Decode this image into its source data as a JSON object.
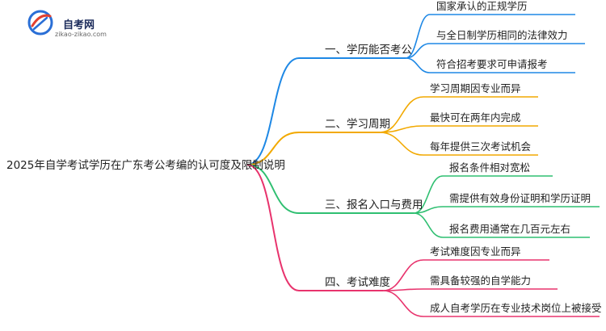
{
  "logo": {
    "name": "自考网",
    "url": "zikao-zikao.com",
    "colors": {
      "blue": "#2a6fd6",
      "red": "#e2402f"
    }
  },
  "root": {
    "label": "2025年自学考试学历在广东考公考编的认可度及限制说明"
  },
  "branches": [
    {
      "label": "一、学历能否考公",
      "color": "#1e88e5",
      "leaves": [
        "国家承认的正规学历",
        "与全日制学历相同的法律效力",
        "符合招考要求可申请报考"
      ]
    },
    {
      "label": "二、学习周期",
      "color": "#f2a900",
      "leaves": [
        "学习周期因专业而异",
        "最快可在两年内完成",
        "每年提供三次考试机会"
      ]
    },
    {
      "label": "三、报名入口与费用",
      "color": "#2fbf71",
      "leaves": [
        "报名条件相对宽松",
        "需提供有效身份证明和学历证明",
        "报名费用通常在几百元左右"
      ]
    },
    {
      "label": "四、考试难度",
      "color": "#e8336d",
      "leaves": [
        "考试难度因专业而异",
        "需具备较强的自学能力",
        "成人自考学历在专业技术岗位上被接受"
      ]
    }
  ]
}
